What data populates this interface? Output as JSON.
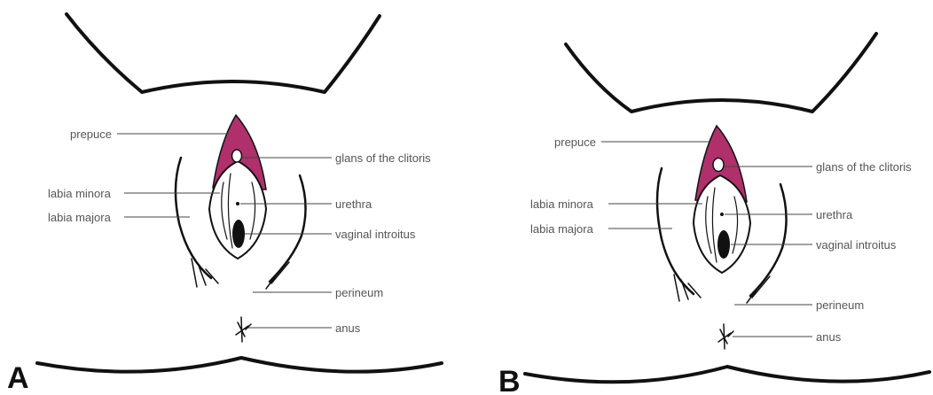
{
  "panels": [
    {
      "letter": "A",
      "labels": {
        "prepuce": "prepuce",
        "glans": "glans of the clitoris",
        "labia_minora": "labia minora",
        "urethra": "urethra",
        "labia_majora": "labia majora",
        "vaginal_introitus": "vaginal introitus",
        "perineum": "perineum",
        "anus": "anus"
      }
    },
    {
      "letter": "B",
      "labels": {
        "prepuce": "prepuce",
        "glans": "glans of the clitoris",
        "labia_minora": "labia minora",
        "urethra": "urethra",
        "labia_majora": "labia majora",
        "vaginal_introitus": "vaginal introitus",
        "perineum": "perineum",
        "anus": "anus"
      }
    }
  ],
  "colors": {
    "prepuce_fill": "#b0306b",
    "ink": "#111111",
    "label_text": "#555555"
  }
}
